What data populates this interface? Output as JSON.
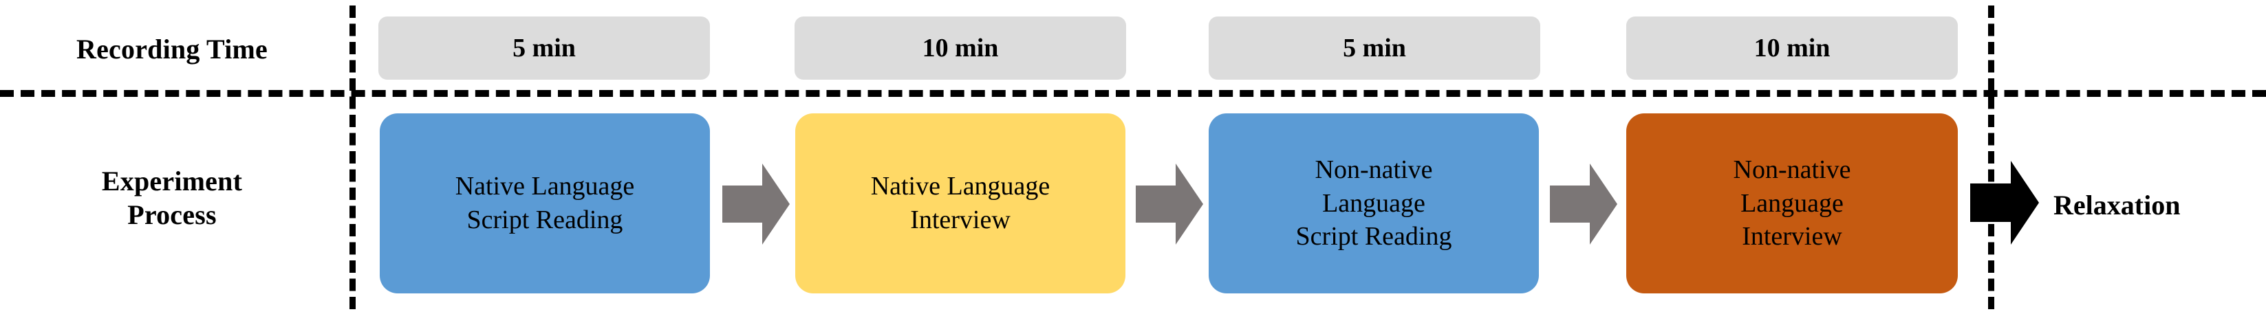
{
  "figure": {
    "background_color": "#FFFFFF",
    "rows": [
      {
        "id": "recording-time",
        "label": "Recording Time"
      },
      {
        "id": "experiment-process",
        "label": "Experiment\nProcess"
      }
    ]
  },
  "recording_time": {
    "label": "Recording Time",
    "chip_color": "#DCDCDC",
    "chips": [
      {
        "value": "5 min"
      },
      {
        "value": "10 min"
      },
      {
        "value": "5 min"
      },
      {
        "value": "10 min"
      }
    ]
  },
  "experiment_process": {
    "label": "Experiment\nProcess",
    "steps": [
      {
        "text": "Native Language\nScript Reading",
        "color": "#5B9BD5"
      },
      {
        "text": "Native Language\nInterview",
        "color": "#FFD966"
      },
      {
        "text": "Non-native\nLanguage\nScript Reading",
        "color": "#5B9BD5"
      },
      {
        "text": "Non-native\nLanguage\nInterview",
        "color": "#C55A11"
      }
    ],
    "connectors": [
      {
        "name": "arrow-1",
        "color": "#7B7676"
      },
      {
        "name": "arrow-2",
        "color": "#7B7676"
      },
      {
        "name": "arrow-3",
        "color": "#7B7676"
      },
      {
        "name": "arrow-final",
        "color": "#000000"
      }
    ],
    "end_label": "Relaxation"
  },
  "colors": {
    "blue": "#5B9BD5",
    "yellow": "#FFD966",
    "orange": "#C55A11",
    "gray_chip": "#DCDCDC",
    "gray_arrow": "#7B7676",
    "black": "#000000"
  }
}
